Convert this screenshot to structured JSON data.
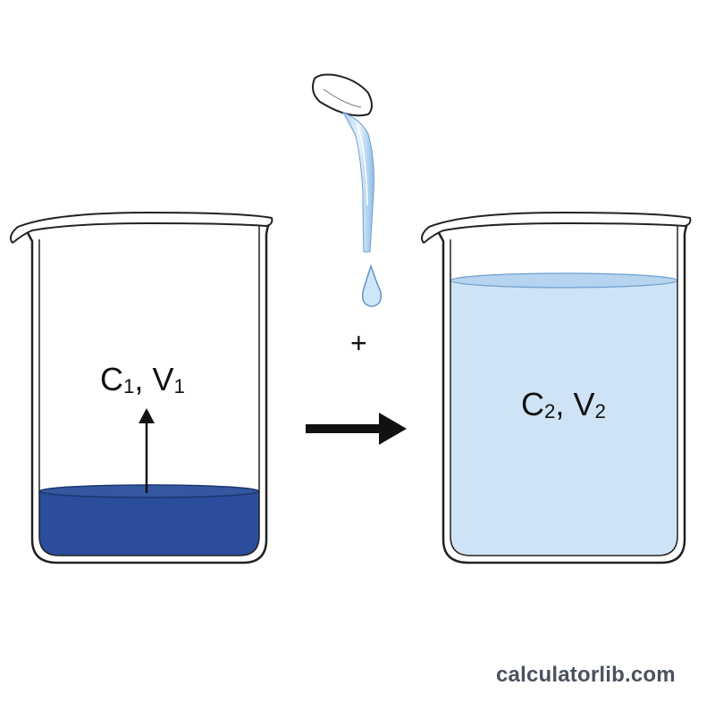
{
  "beaker_1": {
    "concentration_symbol": "C",
    "concentration_subscript": "1",
    "separator": ", ",
    "volume_symbol": "V",
    "volume_subscript": "1"
  },
  "beaker_2": {
    "concentration_symbol": "C",
    "concentration_subscript": "2",
    "separator": ", ",
    "volume_symbol": "V",
    "volume_subscript": "2"
  },
  "operator": "+",
  "watermark": "calculatorlib.com",
  "colors": {
    "concentrated_solution": "#2a4e9c",
    "diluted_solution": "#cfe3f6",
    "diluted_surface": "#b6d3ef",
    "water": "#cfe6f8",
    "outline": "#222222",
    "arrow": "#111111"
  },
  "icons": {
    "spoon": "spoon-icon",
    "water_stream": "water-stream-icon",
    "droplet": "water-drop-icon",
    "process_arrow": "right-arrow-icon",
    "level_arrow": "up-arrow-icon"
  }
}
